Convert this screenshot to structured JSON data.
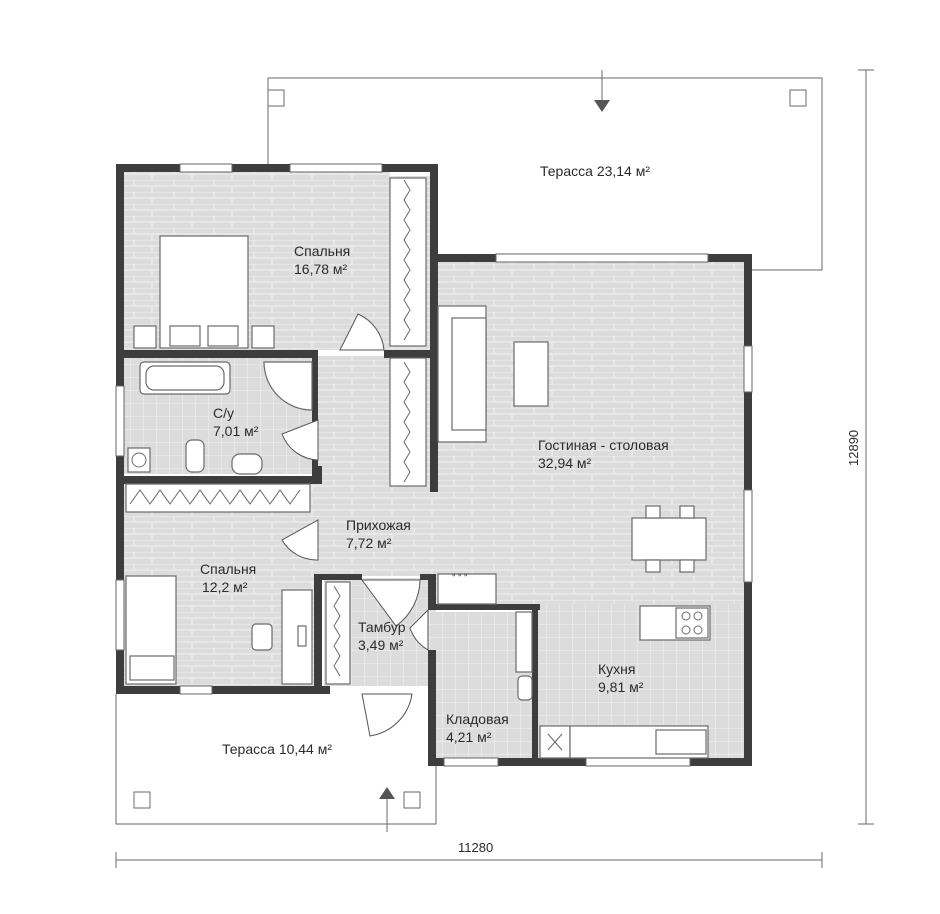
{
  "rooms": {
    "terrace_north": {
      "name": "Терасса",
      "area": "23,14 м²"
    },
    "bedroom_1": {
      "name": "Спальня",
      "area": "16,78 м²"
    },
    "bathroom": {
      "name": "С/у",
      "area": "7,01 м²"
    },
    "living_dining": {
      "name": "Гостиная - столовая",
      "area": "32,94 м²"
    },
    "hallway": {
      "name": "Прихожая",
      "area": "7,72 м²"
    },
    "bedroom_2": {
      "name": "Спальня",
      "area": "12,2 м²"
    },
    "vestibule": {
      "name": "Тамбур",
      "area": "3,49 м²"
    },
    "kitchen": {
      "name": "Кухня",
      "area": "9,81 м²"
    },
    "storage": {
      "name": "Кладовая",
      "area": "4,21 м²"
    },
    "terrace_south": {
      "name": "Терасса",
      "area": "10,44 м²"
    }
  },
  "dimensions": {
    "width": "11280",
    "height": "12890"
  },
  "colors": {
    "wall": "#3d3d3d",
    "floor": "#dcdcdc",
    "grout": "#f2f2f2"
  }
}
